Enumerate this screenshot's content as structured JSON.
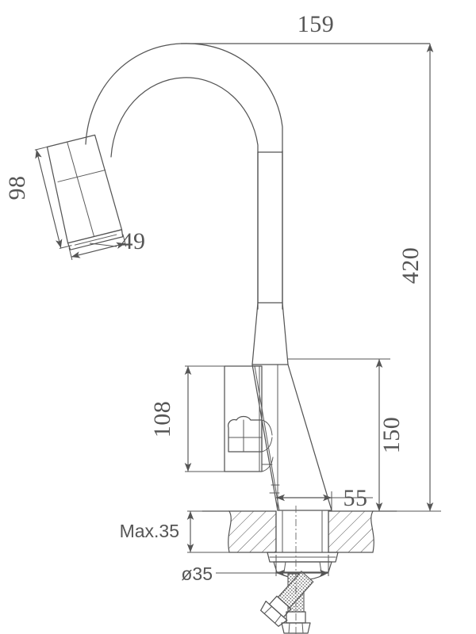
{
  "document": {
    "type": "technical-drawing",
    "subject": "kitchen-mixer-tap-gooseneck-pull-down",
    "view": "front-elevation-section",
    "units": "mm",
    "background_color": "#ffffff",
    "line_color": "#555555"
  },
  "dimensions": {
    "spout_reach": {
      "label": "159",
      "orientation": "horizontal",
      "position": "top",
      "description": "horizontal reach from spout outlet centre to faucet column"
    },
    "overall_height": {
      "label": "420",
      "orientation": "vertical-rotated",
      "position": "right",
      "description": "overall height from counter surface to top of gooseneck"
    },
    "spray_head_height": {
      "label": "98",
      "orientation": "vertical-rotated",
      "position": "upper-left",
      "description": "pull-down spray head length"
    },
    "spray_head_width": {
      "label": "49",
      "orientation": "horizontal",
      "position": "left",
      "description": "spray head outlet width"
    },
    "handle_height": {
      "label": "108",
      "orientation": "vertical-rotated",
      "position": "middle-left",
      "description": "handle assembly height"
    },
    "body_height": {
      "label": "150",
      "orientation": "vertical-rotated",
      "position": "middle-right",
      "description": "height of tapered body from counter"
    },
    "base_width": {
      "label": "55",
      "orientation": "horizontal",
      "position": "lower-right",
      "description": "width of faucet base at counter"
    },
    "max_counter_thickness": {
      "label": "Max.35",
      "orientation": "horizontal",
      "position": "lower-left",
      "description": "maximum countertop thickness"
    },
    "mounting_hole_diameter": {
      "label": "ø35",
      "orientation": "horizontal",
      "position": "bottom-left",
      "description": "required mounting hole diameter"
    }
  },
  "components": [
    {
      "name": "spray-head",
      "label": "pull-down spray head"
    },
    {
      "name": "gooseneck",
      "label": "gooseneck arch"
    },
    {
      "name": "column",
      "label": "tapered column body"
    },
    {
      "name": "handle-lever",
      "label": "single lever handle"
    },
    {
      "name": "base-flange",
      "label": "base flange"
    },
    {
      "name": "countertop",
      "label": "countertop section (hatched)"
    },
    {
      "name": "mounting-nut",
      "label": "mounting nut assembly"
    },
    {
      "name": "supply-hose-vertical",
      "label": "braided supply hose (vertical)"
    },
    {
      "name": "supply-hose-angled",
      "label": "braided supply hose (angled)"
    }
  ]
}
